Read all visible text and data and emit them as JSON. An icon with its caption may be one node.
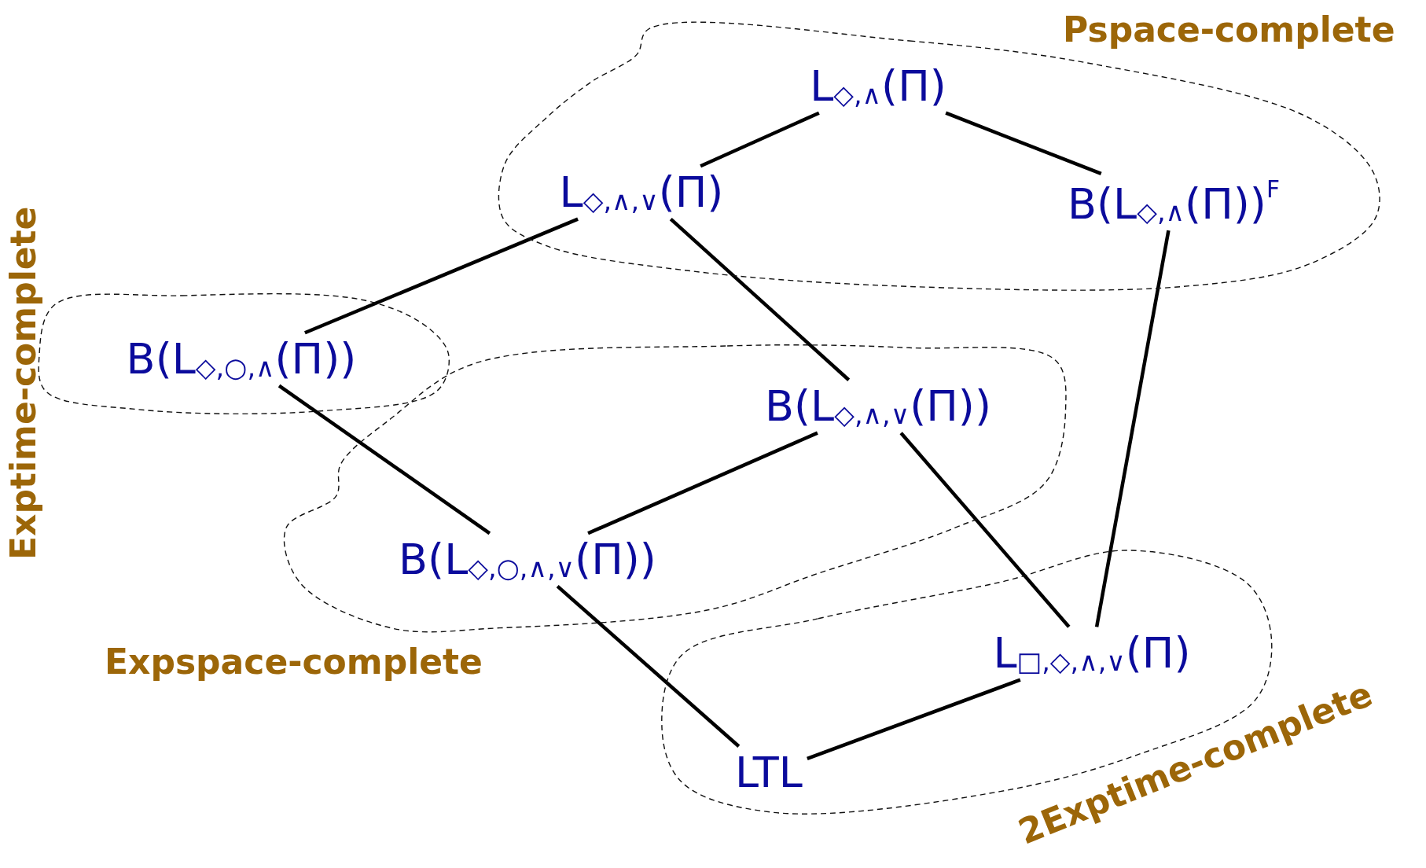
{
  "diagram": {
    "nodes": [
      {
        "text": [
          "Pspace-complete"
        ]
      },
      {
        "text": [
          "L$_{◇,∧}$(Π)"
        ],
        "in": 0
      },
      {
        "text": [
          "L$_{◇,∧,∨}$(Π)"
        ],
        "in": 0
      },
      {
        "text": [
          "B(L$_{◇,∧}$(Π))$^{F}$"
        ],
        "in": 0
      },
      {
        "text": [
          "Exptime-complete"
        ]
      },
      {
        "text": [
          "B(L$_{◇,○,∧}$(Π))"
        ],
        "in": 4
      },
      {
        "text": [
          "Expspace-complete"
        ]
      },
      {
        "text": [
          "B(L$_{◇,∧,∨}$(Π))"
        ],
        "in": 6
      },
      {
        "text": [
          "B(L$_{◇,○,∧,∨}$(Π))"
        ],
        "in": 6
      },
      {
        "text": [
          "2Exptime-complete"
        ]
      },
      {
        "text": [
          "L$_{□,◇,∧,∨}$(Π)"
        ],
        "in": 9
      },
      {
        "text": [
          "LTL"
        ],
        "in": 9
      }
    ],
    "edges": [
      {
        "from": 1,
        "to": 2,
        "arrow": "none"
      },
      {
        "from": 1,
        "to": 3,
        "arrow": "none"
      },
      {
        "from": 2,
        "to": 5,
        "arrow": "none"
      },
      {
        "from": 2,
        "to": 7,
        "arrow": "none"
      },
      {
        "from": 3,
        "to": 10,
        "arrow": "none"
      },
      {
        "from": 5,
        "to": 8,
        "arrow": "none"
      },
      {
        "from": 7,
        "to": 8,
        "arrow": "none"
      },
      {
        "from": 7,
        "to": 10,
        "arrow": "none"
      },
      {
        "from": 8,
        "to": 11,
        "arrow": "none"
      },
      {
        "from": 10,
        "to": 11,
        "arrow": "none"
      }
    ]
  }
}
